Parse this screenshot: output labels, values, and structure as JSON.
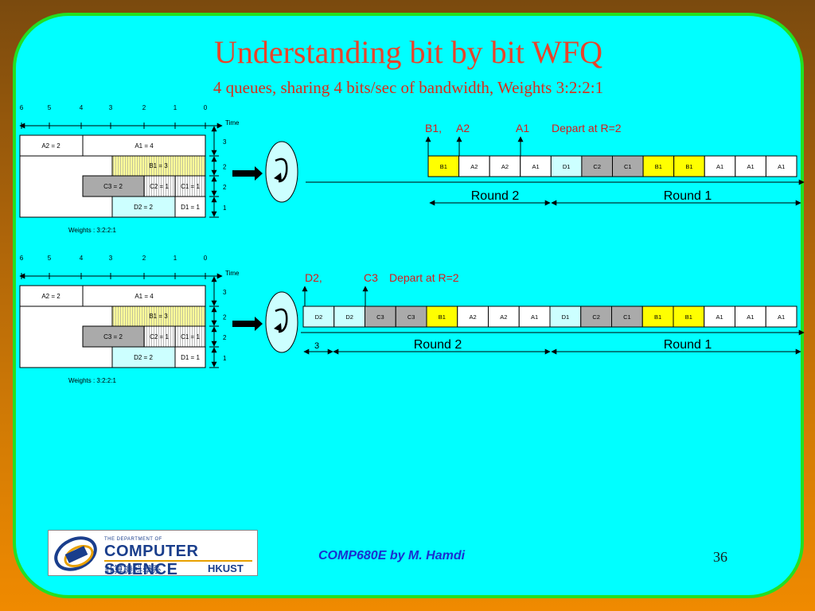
{
  "title": "Understanding bit by bit WFQ",
  "subtitle": "4 queues, sharing 4 bits/sec of bandwidth, Weights 3:2:2:1",
  "colors": {
    "accent_red": "#e8432a",
    "slide_bg": "#00ffff",
    "border_green": "#22e022",
    "yellow": "#ffff00",
    "gray": "#aaaaaa",
    "light_cyan": "#ccffff"
  },
  "left_diagram": {
    "axis_ticks": [
      "6",
      "5",
      "4",
      "3",
      "2",
      "1",
      "0"
    ],
    "time_label": "Time",
    "weights_label": "Weights : 3:2:2:1",
    "side_numbers": [
      "3",
      "2",
      "2",
      "1"
    ],
    "cells": {
      "a2": "A2 = 2",
      "a1": "A1 = 4",
      "b1": "B1  = 3",
      "c3": "C3 = 2",
      "c2": "C2 = 1",
      "c1": "C1 = 1",
      "d2": "D2 = 2",
      "d1": "D1 = 1"
    }
  },
  "top_panel": {
    "arrow_labels": [
      "B1,",
      "A2",
      "A1"
    ],
    "depart_label": "Depart at R=2",
    "cells": [
      "B1",
      "A2",
      "A2",
      "A1",
      "D1",
      "C2",
      "C1",
      "B1",
      "B1",
      "A1",
      "A1",
      "A1"
    ],
    "cell_colors": [
      "yellow",
      "white",
      "white",
      "white",
      "light_cyan",
      "gray",
      "gray",
      "yellow",
      "yellow",
      "white",
      "white",
      "white"
    ],
    "round2": "Round 2",
    "round1": "Round 1"
  },
  "bottom_panel": {
    "arrow_labels": [
      "D2,",
      "C3"
    ],
    "depart_label": "Depart at R=2",
    "cells": [
      "D2",
      "D2",
      "C3",
      "C3",
      "B1",
      "A2",
      "A2",
      "A1",
      "D1",
      "C2",
      "C1",
      "B1",
      "B1",
      "A1",
      "A1",
      "A1"
    ],
    "cell_colors": [
      "light_cyan",
      "light_cyan",
      "gray",
      "gray",
      "yellow",
      "white",
      "white",
      "white",
      "light_cyan",
      "gray",
      "gray",
      "yellow",
      "yellow",
      "white",
      "white",
      "white"
    ],
    "round3": "3",
    "round2": "Round 2",
    "round1": "Round 1"
  },
  "logo": {
    "dept": "THE DEPARTMENT OF",
    "name": "COMPUTER SCIENCE",
    "chinese": "計算機科學系",
    "school": "HKUST"
  },
  "footer": "COMP680E by M. Hamdi",
  "page_number": "36"
}
